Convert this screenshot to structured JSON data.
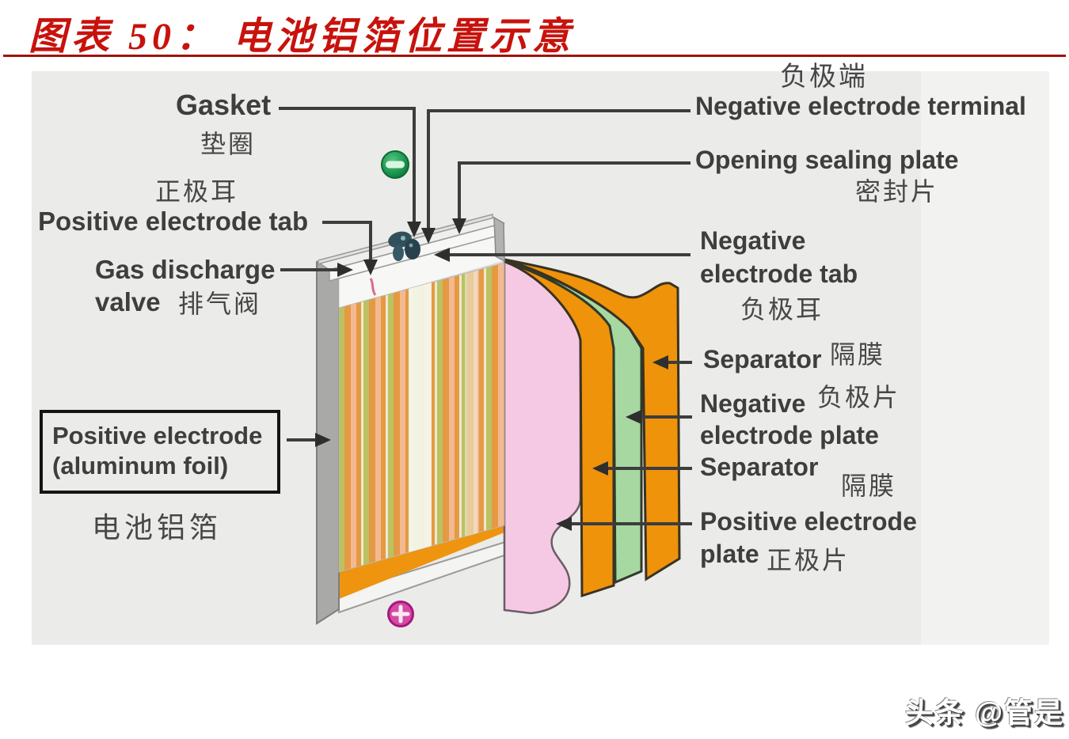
{
  "title": "图表 50：  电池铝箔位置示意",
  "figure": {
    "gasket": {
      "en": "Gasket",
      "zh": "垫圈"
    },
    "positive_tab": {
      "zh": "正极耳",
      "en": "Positive electrode tab"
    },
    "gas_valve": {
      "en_line1": "Gas discharge",
      "en_line2": "valve",
      "zh": "排气阀"
    },
    "negative_terminal": {
      "zh": "负极端",
      "en": "Negative electrode terminal"
    },
    "sealing_plate": {
      "en": "Opening sealing plate",
      "zh": "密封片"
    },
    "negative_tab": {
      "en_line1": "Negative",
      "en_line2": "electrode tab",
      "zh": "负极耳"
    },
    "separator_top": {
      "en": "Separator",
      "zh": "隔膜"
    },
    "negative_plate": {
      "en_line1": "Negative",
      "en_line2": "electrode plate",
      "zh": "负极片"
    },
    "separator_bottom": {
      "en": "Separator",
      "zh": "隔膜"
    },
    "positive_plate": {
      "en_line1": "Positive electrode",
      "en_line2": "plate",
      "zh": "正极片"
    },
    "aluminum_foil_box": {
      "line1": "Positive electrode",
      "line2": "(aluminum foil)",
      "zh": "电池铝箔"
    },
    "icons": {
      "negative_terminal_badge": "minus",
      "positive_terminal_badge": "plus"
    }
  },
  "watermark": "头条 @管是",
  "colors": {
    "title_red": "#c8120c",
    "rule_red": "#9e1208",
    "panel_gray": "#ebebe9",
    "separator_orange": "#ef930b",
    "negative_plate_green": "#a8d8a2",
    "positive_plate_pink": "#f5c9e4",
    "stripe_olive": "#bcc161",
    "stripe_orange": "#e59943",
    "stripe_peach": "#f3ba91",
    "case_gray": "#a9a9a7",
    "leader_line": "#3d3d3d",
    "minus_badge_green": "#128a44",
    "plus_badge_pink": "#d24ba4"
  }
}
